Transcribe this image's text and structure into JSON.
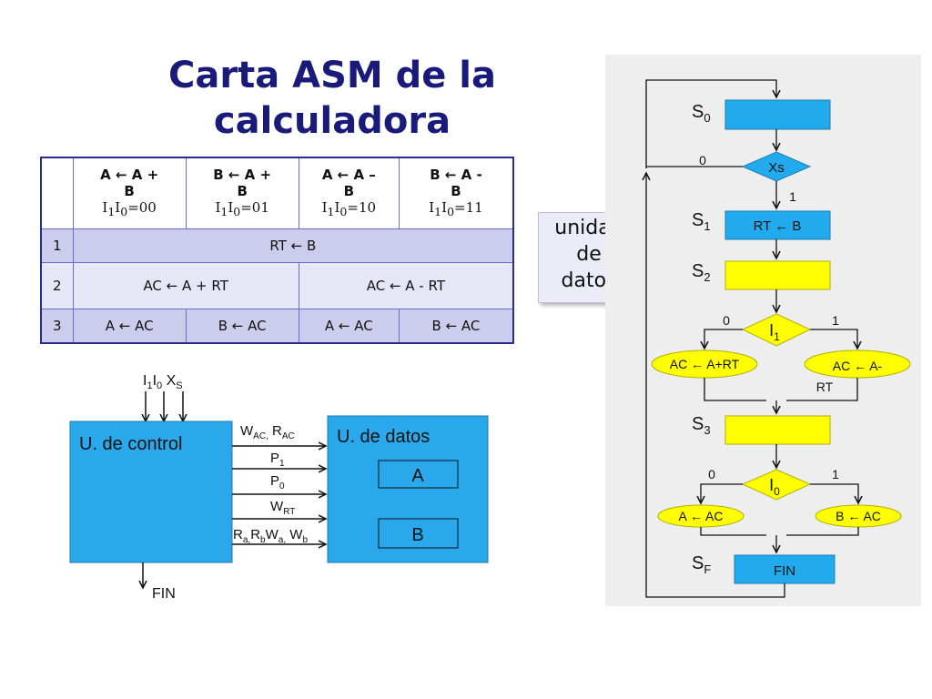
{
  "title": {
    "line1": "Carta ASM de la",
    "line2": "calculadora"
  },
  "table": {
    "headers": [
      {
        "op_line1": "A ← A +",
        "op_line2": "B",
        "code": "00"
      },
      {
        "op_line1": "B ← A +",
        "op_line2": "B",
        "code": "01"
      },
      {
        "op_line1": "A ← A –",
        "op_line2": "B",
        "code": "10"
      },
      {
        "op_line1": "B ← A -",
        "op_line2": "B",
        "code": "11"
      }
    ],
    "code_prefix": "I",
    "rows": [
      {
        "num": "1",
        "cells": [
          "RT ← B"
        ]
      },
      {
        "num": "2",
        "cells": [
          "AC ← A + RT",
          "AC ← A - RT"
        ]
      },
      {
        "num": "3",
        "cells": [
          "A ←  AC",
          "B ←  AC",
          "A ←  AC",
          "B ←  AC"
        ]
      }
    ]
  },
  "callout": {
    "line1": "unidad",
    "line2": "de",
    "line3": "datos"
  },
  "block": {
    "control_label": "U. de control",
    "datos_label": "U. de datos",
    "reg_a": "A",
    "reg_b": "B",
    "inputs_label": "I1I0 XS",
    "fin": "FIN",
    "signals": [
      "WAC, RAC",
      "P1",
      "P0",
      "WRT",
      "Ra,RbWa,Wb"
    ]
  },
  "asm": {
    "s0": "S0",
    "s1": "S1",
    "s2": "S2",
    "s3": "S3",
    "sf": "SF",
    "xs": "Xs",
    "xs_0": "0",
    "xs_1": "1",
    "rt_b": "RT ← B",
    "i1": "I1",
    "i1_0": "0",
    "i1_1": "1",
    "ac_plus": "AC ← A+RT",
    "ac_minus_1": "AC ← A-",
    "ac_minus_2": "RT",
    "i0": "I0",
    "i0_0": "0",
    "i0_1": "1",
    "a_ac": "A ← AC",
    "b_ac": "B ← AC",
    "fin": "FIN"
  },
  "colors": {
    "cyan": "#22aaee",
    "yellow": "#ffff00",
    "navy": "#1a1a7a",
    "panel": "#eeeeee",
    "control": "#29a9ec"
  }
}
